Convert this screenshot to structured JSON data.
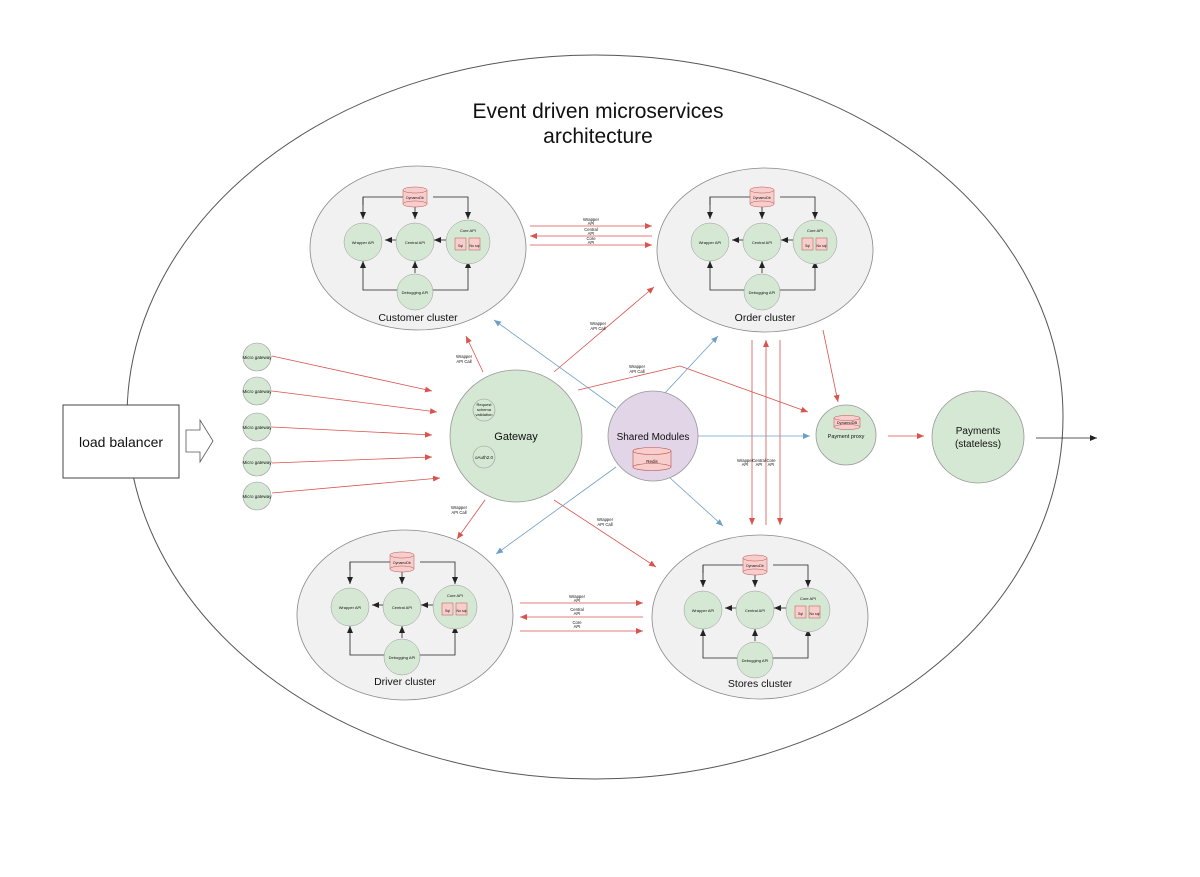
{
  "title_line1": "Event driven microservices",
  "title_line2": "architecture",
  "load_balancer": "load balancer",
  "micro_gateway": "Micro gateway",
  "gateway": {
    "label": "Gateway",
    "request_schema_l1": "Request",
    "request_schema_l2": "schema",
    "request_schema_l3": "validation",
    "auth": "oAuth2.0"
  },
  "shared": {
    "label": "Shared Modules",
    "db": "Redis"
  },
  "payment_proxy": {
    "label": "Payment proxy",
    "db": "DynamoDB"
  },
  "payments": {
    "line1": "Payments",
    "line2": "(stateless)"
  },
  "cluster": {
    "dynamo": "DynamoDb",
    "wrapper": "Wrapper API",
    "central": "Central API",
    "core": "Core API",
    "sql": "Sql",
    "nosql": "No sql",
    "debugging": "Debugging API"
  },
  "clusters": {
    "customer": "Customer cluster",
    "order": "Order cluster",
    "driver": "Driver cluster",
    "stores": "Stores cluster"
  },
  "edges": {
    "wrapper_api": "Wrapper API",
    "central_api": "Central API",
    "core_api": "Core API",
    "wrapper": "Wrapper",
    "api": "API",
    "central": "Central",
    "core": "Core",
    "api_call": "API Call"
  }
}
